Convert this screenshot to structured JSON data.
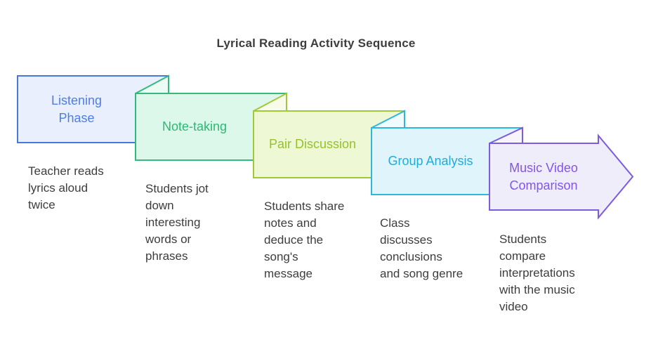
{
  "title": "Lyrical Reading Activity Sequence",
  "text_color": "#3d3d3d",
  "background": "#ffffff",
  "stages": [
    {
      "name": "Listening Phase",
      "label": [
        "Listening",
        "Phase"
      ],
      "description": [
        "Teacher reads",
        "lyrics aloud",
        "twice"
      ],
      "colors": {
        "stroke": "#4678e0",
        "fill": "#e9effc",
        "label": "#4d7ee8"
      }
    },
    {
      "name": "Note-taking",
      "label": [
        "Note-taking"
      ],
      "description": [
        "Students jot",
        "down",
        "interesting",
        "words or",
        "phrases"
      ],
      "colors": {
        "stroke": "#35b97c",
        "fill": "#dcf8ea",
        "fold_fill": "#ecfcf4",
        "label": "#2eb874"
      }
    },
    {
      "name": "Pair Discussion",
      "label": [
        "Pair Discussion"
      ],
      "description": [
        "Students share",
        "notes and",
        "deduce the",
        "song's",
        "message"
      ],
      "colors": {
        "stroke": "#a0c83a",
        "fill": "#eff8d5",
        "fold_fill": "#f7fbe8",
        "label": "#95c22a"
      }
    },
    {
      "name": "Group Analysis",
      "label": [
        "Group Analysis"
      ],
      "description": [
        "Class",
        "discusses",
        "conclusions",
        "and song genre"
      ],
      "colors": {
        "stroke": "#30b5de",
        "fill": "#e0f5fb",
        "fold_fill": "#effbfe",
        "label": "#24a9d8"
      }
    },
    {
      "name": "Music Video Comparison",
      "label": [
        "Music Video",
        "Comparison"
      ],
      "description": [
        "Students",
        "compare",
        "interpretations",
        "with the music",
        "video"
      ],
      "colors": {
        "stroke": "#7c5be0",
        "fill": "#f0edfb",
        "fold_fill": "#f7f4fe",
        "label": "#8156e8"
      }
    }
  ]
}
